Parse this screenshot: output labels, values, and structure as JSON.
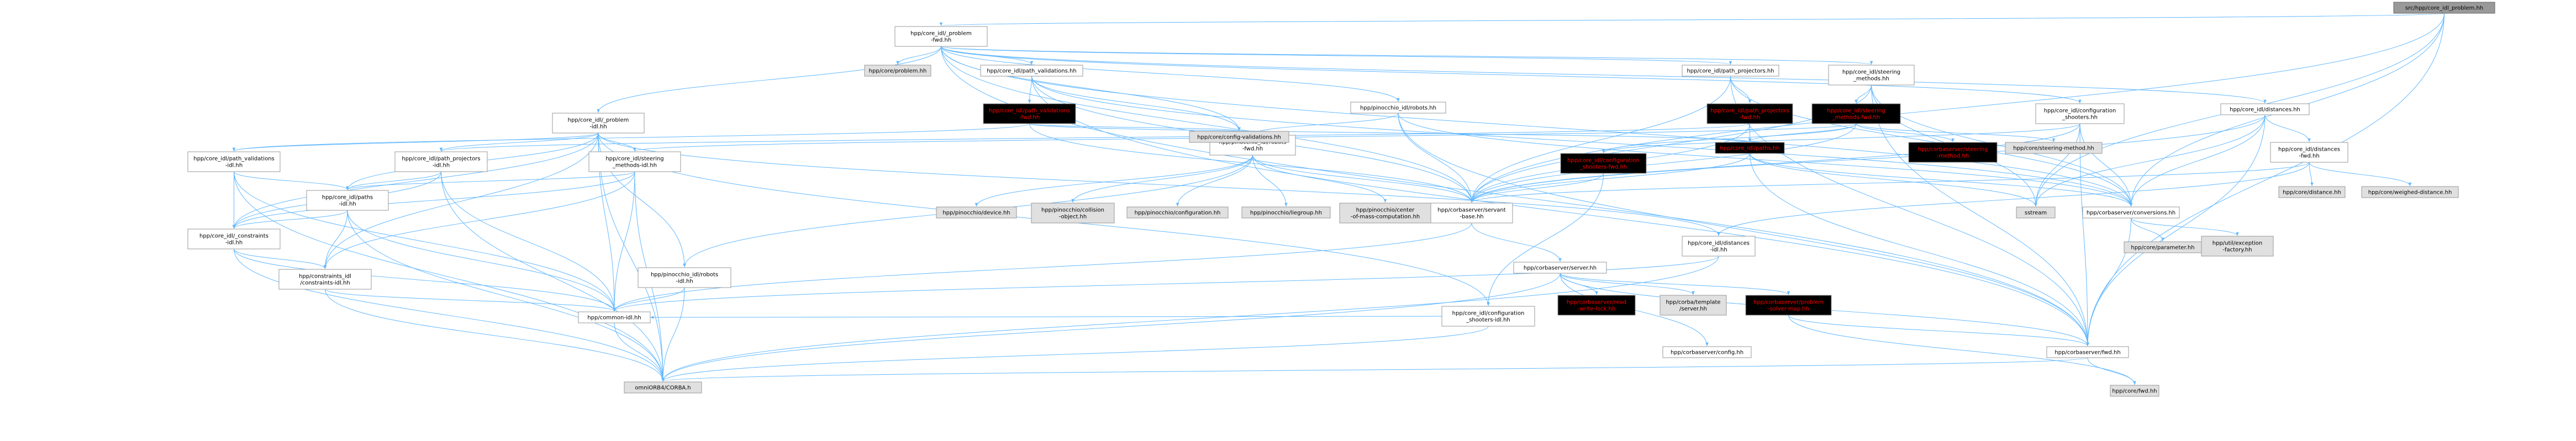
{
  "colors": {
    "edge": "#63b8ff",
    "edge_missing": "#ff0000",
    "node_border": "#999999",
    "node_fill": "#ffffff",
    "node_fill_external": "#e0e0e0",
    "node_fill_root": "#999999",
    "link_broken_text": "#ff0000"
  },
  "nodes": [
    {
      "id": "n_root",
      "kind": "root",
      "lines": [
        "src/hpp/core_idl_problem.hh"
      ]
    },
    {
      "id": "n_problemfwd",
      "kind": "normal",
      "lines": [
        "hpp/core_idl/_problem",
        "-fwd.hh"
      ]
    },
    {
      "id": "n_problem",
      "kind": "normal",
      "lines": [
        "hpp/core_idl/_problem",
        "-idl.hh"
      ]
    },
    {
      "id": "n_pathval",
      "kind": "normal",
      "lines": [
        "hpp/core_idl/path_validations",
        "-idl.hh"
      ]
    },
    {
      "id": "n_pathproj",
      "kind": "normal",
      "lines": [
        "hpp/core_idl/path_projectors",
        "-idl.hh"
      ]
    },
    {
      "id": "n_steering",
      "kind": "normal",
      "lines": [
        "hpp/core_idl/steering",
        "_methods-idl.hh"
      ]
    },
    {
      "id": "n_paths",
      "kind": "normal",
      "lines": [
        "hpp/core_idl/paths",
        "-idl.hh"
      ]
    },
    {
      "id": "n_constraints",
      "kind": "normal",
      "lines": [
        "hpp/core_idl/_constraints",
        "-idl.hh"
      ]
    },
    {
      "id": "n_constr2",
      "kind": "normal",
      "lines": [
        "hpp/constraints_idl",
        "/constraints-idl.hh"
      ]
    },
    {
      "id": "n_common",
      "kind": "normal",
      "lines": [
        "hpp/common-idl.hh"
      ]
    },
    {
      "id": "n_omni",
      "kind": "gray",
      "lines": [
        "omniORB4/CORBA.h"
      ]
    },
    {
      "id": "n_pinrobots",
      "kind": "normal",
      "lines": [
        "hpp/pinocchio_idl/robots",
        "-idl.hh"
      ]
    },
    {
      "id": "n_robotsfwd",
      "kind": "normal",
      "lines": [
        "hpp/pinocchio_idl/robots",
        "-fwd.hh"
      ]
    },
    {
      "id": "n_pinrobots_h",
      "kind": "normal",
      "lines": [
        "hpp/pinocchio_idl/robots.hh"
      ]
    },
    {
      "id": "n_pdevice",
      "kind": "gray",
      "lines": [
        "hpp/pinocchio/device.hh"
      ]
    },
    {
      "id": "n_pcollision",
      "kind": "gray",
      "lines": [
        "hpp/pinocchio/collision",
        "-object.hh"
      ]
    },
    {
      "id": "n_pconfig",
      "kind": "gray",
      "lines": [
        "hpp/pinocchio/configuration.hh"
      ]
    },
    {
      "id": "n_pliegroup",
      "kind": "gray",
      "lines": [
        "hpp/pinocchio/liegroup.hh"
      ]
    },
    {
      "id": "n_pcenter",
      "kind": "gray",
      "lines": [
        "hpp/pinocchio/center",
        "-of-mass-computation.hh"
      ]
    },
    {
      "id": "n_coreproblem",
      "kind": "gray",
      "lines": [
        "hpp/core/problem.hh"
      ]
    },
    {
      "id": "n_pathvalh",
      "kind": "normal",
      "lines": [
        "hpp/core_idl/path_validations.hh"
      ]
    },
    {
      "id": "n_pathvalfwd",
      "kind": "red",
      "lines": [
        "hpp/core_idl/path_validations",
        "-fwd.hh"
      ]
    },
    {
      "id": "n_configval",
      "kind": "gray",
      "lines": [
        "hpp/core/config-validations.hh"
      ]
    },
    {
      "id": "n_servant",
      "kind": "normal",
      "lines": [
        "hpp/corbaserver/servant",
        "-base.hh"
      ]
    },
    {
      "id": "n_server",
      "kind": "normal",
      "lines": [
        "hpp/corbaserver/server.hh"
      ]
    },
    {
      "id": "n_rwlock",
      "kind": "red",
      "lines": [
        "hpp/corbaserver/read",
        "-write-lock.hh"
      ]
    },
    {
      "id": "n_corbatpl",
      "kind": "gray",
      "lines": [
        "hpp/corba/template",
        "/server.hh"
      ]
    },
    {
      "id": "n_probsolver",
      "kind": "red",
      "lines": [
        "hpp/corbaserver/problem",
        "-solver-map.hh"
      ]
    },
    {
      "id": "n_config",
      "kind": "normal",
      "lines": [
        "hpp/corbaserver/config.hh"
      ]
    },
    {
      "id": "n_fwd",
      "kind": "normal",
      "lines": [
        "hpp/corbaserver/fwd.hh"
      ]
    },
    {
      "id": "n_corefwd",
      "kind": "gray",
      "lines": [
        "hpp/core/fwd.hh"
      ]
    },
    {
      "id": "n_distances",
      "kind": "normal",
      "lines": [
        "hpp/core_idl/distances",
        "-idl.hh"
      ]
    },
    {
      "id": "n_confshoot",
      "kind": "normal",
      "lines": [
        "hpp/core_idl/configuration",
        "_shooters-idl.hh"
      ]
    },
    {
      "id": "n_pathprojh",
      "kind": "normal",
      "lines": [
        "hpp/core_idl/path_projectors.hh"
      ]
    },
    {
      "id": "n_pathprojfwd",
      "kind": "red",
      "lines": [
        "hpp/core_idl/path_projectors",
        "-fwd.hh"
      ]
    },
    {
      "id": "n_pathsh",
      "kind": "red",
      "lines": [
        "hpp/core_idl/paths.hh"
      ]
    },
    {
      "id": "n_confshootfwd",
      "kind": "red",
      "lines": [
        "hpp/core_idl/configuration",
        "_shooters-fwd.hh"
      ]
    },
    {
      "id": "n_steeringh",
      "kind": "normal",
      "lines": [
        "hpp/core_idl/steering",
        "_methods.hh"
      ]
    },
    {
      "id": "n_steeringfwd",
      "kind": "red",
      "lines": [
        "hpp/core_idl/steering",
        "_methods-fwd.hh"
      ]
    },
    {
      "id": "n_csteering",
      "kind": "red",
      "lines": [
        "hpp/corbaserver/steering",
        "-method.hh"
      ]
    },
    {
      "id": "n_coresteering",
      "kind": "gray",
      "lines": [
        "hpp/core/steering-method.hh"
      ]
    },
    {
      "id": "n_confshooth",
      "kind": "normal",
      "lines": [
        "hpp/core_idl/configuration",
        "_shooters.hh"
      ]
    },
    {
      "id": "n_sstream",
      "kind": "gray",
      "lines": [
        "sstream"
      ]
    },
    {
      "id": "n_conversions",
      "kind": "normal",
      "lines": [
        "hpp/corbaserver/conversions.hh"
      ]
    },
    {
      "id": "n_coreparam",
      "kind": "gray",
      "lines": [
        "hpp/core/parameter.hh"
      ]
    },
    {
      "id": "n_exception",
      "kind": "gray",
      "lines": [
        "hpp/util/exception",
        "-factory.hh"
      ]
    },
    {
      "id": "n_distancesh",
      "kind": "normal",
      "lines": [
        "hpp/core_idl/distances.hh"
      ]
    },
    {
      "id": "n_distfwd",
      "kind": "normal",
      "lines": [
        "hpp/core_idl/distances",
        "-fwd.hh"
      ]
    },
    {
      "id": "n_coredist",
      "kind": "gray",
      "lines": [
        "hpp/core/distance.hh"
      ]
    },
    {
      "id": "n_coreweighted",
      "kind": "gray",
      "lines": [
        "hpp/core/weighed-distance.hh"
      ]
    }
  ]
}
